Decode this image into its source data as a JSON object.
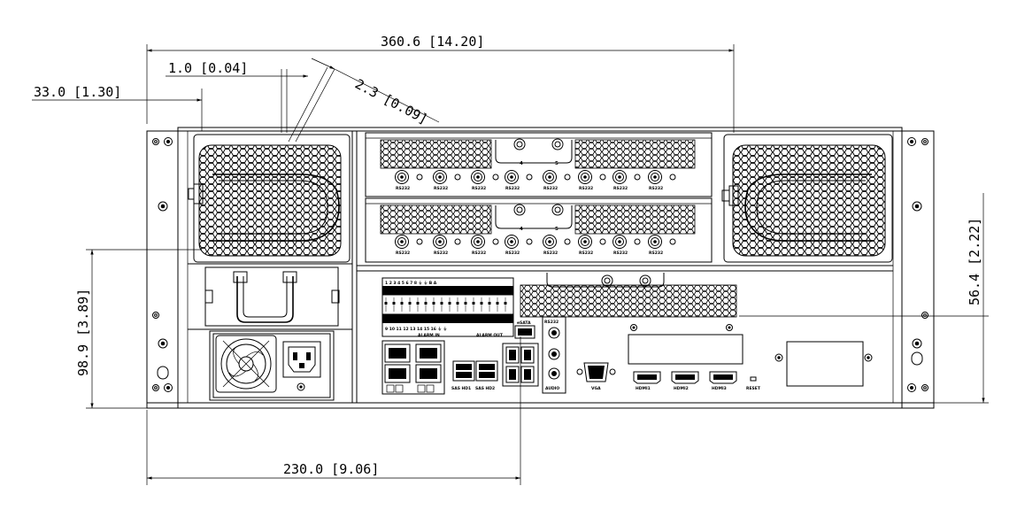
{
  "dimensions": {
    "overall_width": "360.6 [14.20]",
    "left_offset": "33.0 [1.30]",
    "gap_1": "1.0 [0.04]",
    "gap_2": "2.3 [0.09]",
    "right_height": "56.4 [2.22]",
    "left_height": "98.9 [3.89]",
    "bottom_width": "230.0 [9.06]"
  },
  "labels": {
    "rs232": "RS232",
    "card_num_a": "4",
    "card_num_b": "5",
    "alarm_in": "ALARM IN",
    "alarm_out": "ALARM OUT",
    "sas_hd1": "SAS HD1",
    "sas_hd2": "SAS HD2",
    "esata": "eSATA",
    "rs232_io": "RS232",
    "audio": "AUDIO",
    "vga": "VGA",
    "hdmi1": "HDMI1",
    "hdmi2": "HDMI2",
    "hdmi3": "HDMI3",
    "reset": "RESET",
    "alarm_top_nums": "1 2 3 4 5 6 7 8 ⏚ ⏚ B A",
    "alarm_bot_nums": "9 10 11 12 13 14 15 16 ⏚ ⏚"
  }
}
